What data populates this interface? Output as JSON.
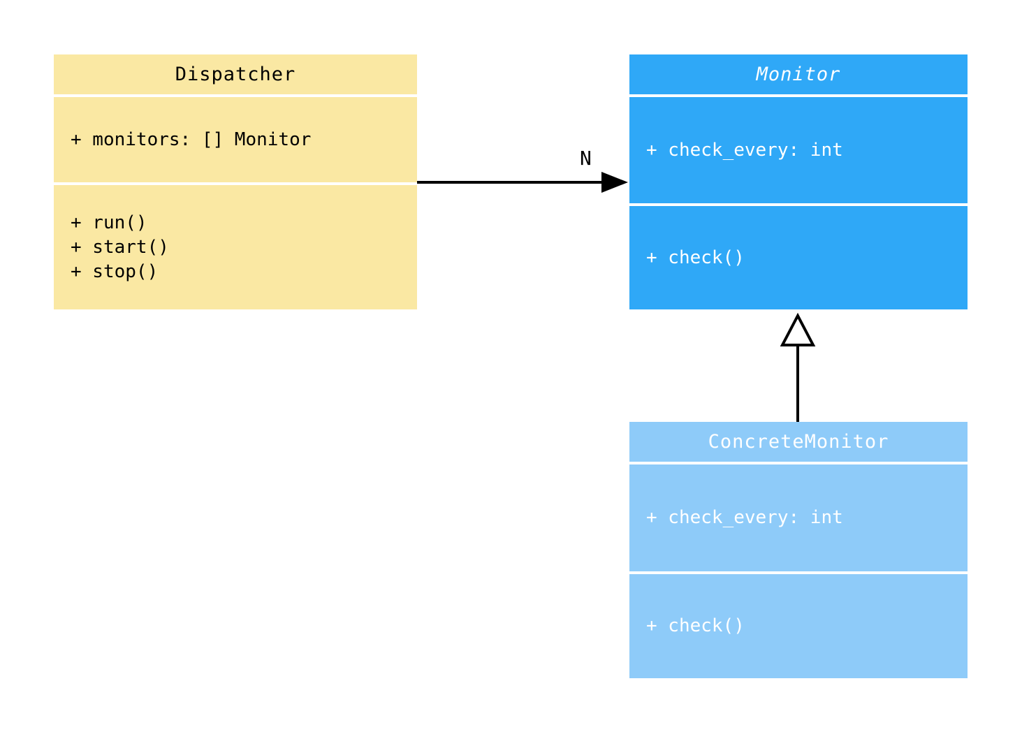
{
  "diagram": {
    "type": "uml-class-diagram",
    "classes": {
      "dispatcher": {
        "name": "Dispatcher",
        "attributes": [
          "+ monitors: [] Monitor"
        ],
        "methods": [
          "+ run()",
          "+ start()",
          "+ stop()"
        ],
        "fill": "#FAE8A3",
        "text_color": "#000000"
      },
      "monitor": {
        "name": "Monitor",
        "is_abstract": true,
        "attributes": [
          "+ check_every: int"
        ],
        "methods": [
          "+ check()"
        ],
        "fill": "#2FA8F7",
        "text_color": "#FFFFFF"
      },
      "concrete_monitor": {
        "name": "ConcreteMonitor",
        "attributes": [
          "+ check_every: int"
        ],
        "methods": [
          "+ check()"
        ],
        "fill": "#8ECBF9",
        "text_color": "#FFFFFF"
      }
    },
    "relations": [
      {
        "type": "association",
        "from": "Dispatcher",
        "to": "Monitor",
        "label": "N"
      },
      {
        "type": "generalization",
        "from": "ConcreteMonitor",
        "to": "Monitor",
        "label": ""
      }
    ]
  }
}
